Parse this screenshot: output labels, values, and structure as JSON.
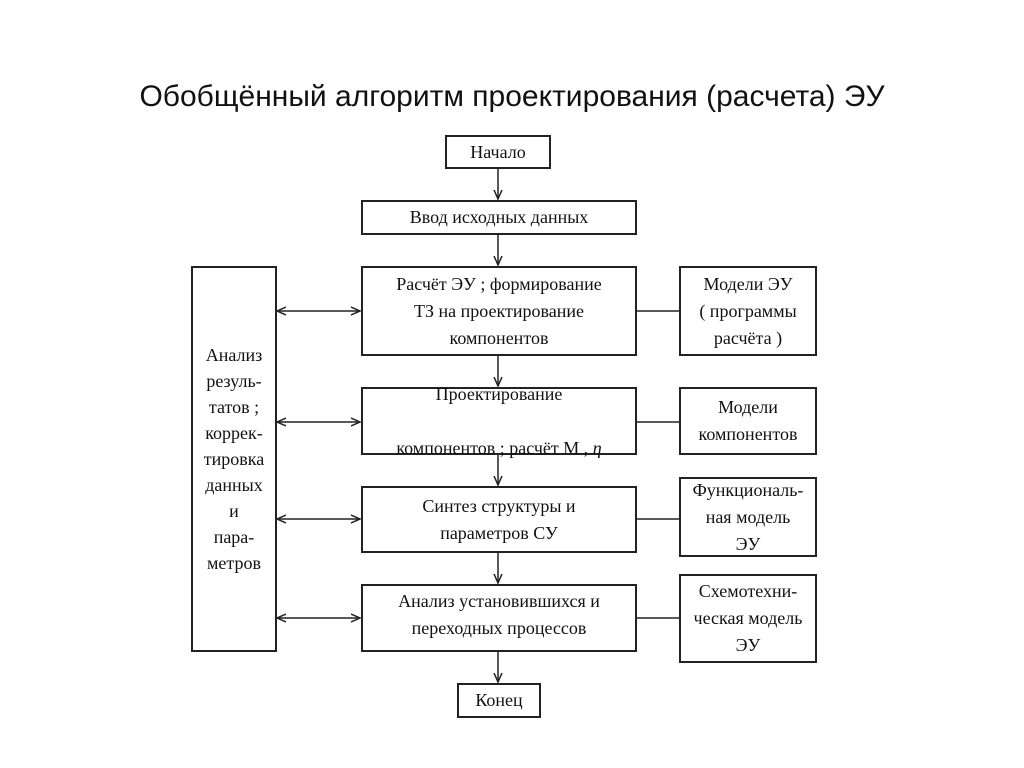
{
  "title": "Обобщённый алгоритм проектирования (расчета) ЭУ",
  "main": {
    "start": "Начало",
    "input": "Ввод  исходных  данных",
    "calc": "Расчёт  ЭУ ;  формирование\nТЗ  на  проектирование\nкомпонентов",
    "design_line1": "Проектирование",
    "design_line2_prefix": "компонентов ;  расчёт  М , ",
    "design_eta": "η",
    "synth": "Синтез  структуры  и\nпараметров  СУ",
    "analysis": "Анализ  установившихся  и\nпереходных  процессов",
    "end": "Конец"
  },
  "left": {
    "feedback": "Анализ\nрезуль-\nтатов ;\nкоррек-\nтировка\nданных\nи\nпара-\nметров"
  },
  "right": {
    "models_eu": "Модели  ЭУ\n( программы\nрасчёта )",
    "models_comp": "Модели\nкомпонентов",
    "func_model": "Функциональ-\nная модель\nЭУ",
    "schem_model": "Схемотехни-\nческая модель\nЭУ"
  }
}
